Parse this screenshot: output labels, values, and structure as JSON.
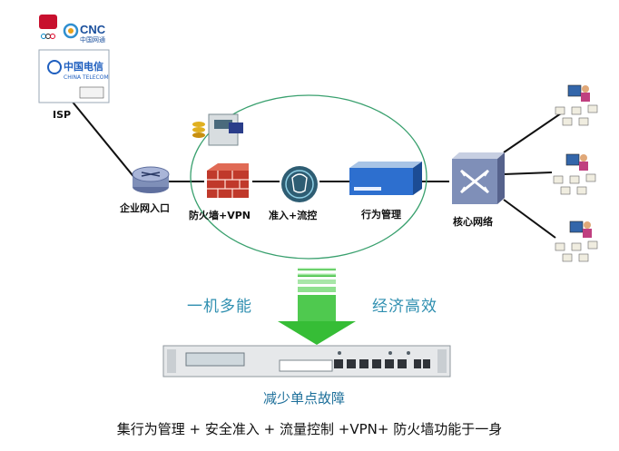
{
  "isp": {
    "label": "ISP",
    "logos": {
      "cnc": "CNC",
      "cnc_sub": "中国网通",
      "telecom": "中国电信",
      "telecom_en": "CHINA TELECOM"
    }
  },
  "nodes": {
    "enterprise_gateway": "企业网入口",
    "firewall_vpn": "防火墙+VPN",
    "access_flow": "准入+流控",
    "behavior_mgmt": "行为管理",
    "core_switch": "核心网络"
  },
  "slogans": {
    "left": "一机多能",
    "right": "经济高效"
  },
  "caption": "减少单点故障",
  "footer": "集行为管理 + 安全准入 + 流量控制 +VPN+ 防火墙功能于一身",
  "colors": {
    "ellipse": "#39a06e",
    "arrow": "#3ec63e",
    "slogan": "#2f8fb0",
    "firewall": "#c0392b",
    "router": "#7f8fb8"
  }
}
